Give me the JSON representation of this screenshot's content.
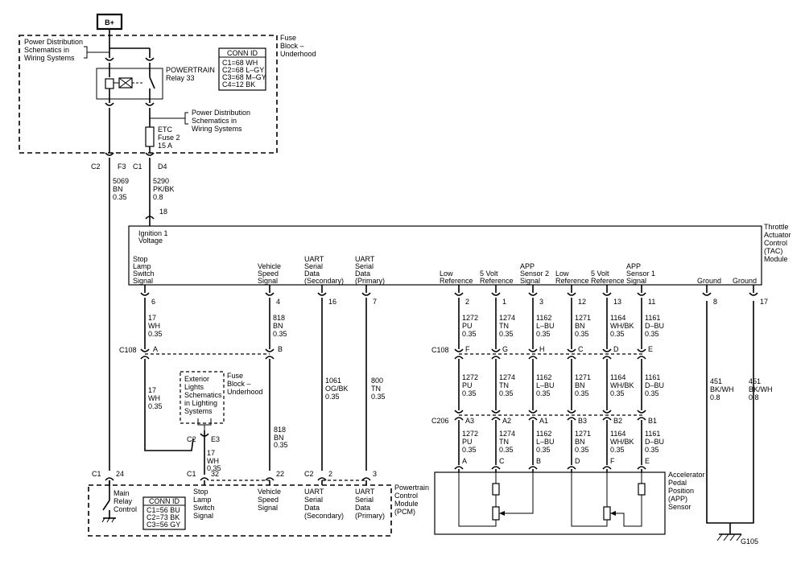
{
  "battery": "B+",
  "fuse_block": {
    "label": [
      "Fuse",
      "Block –",
      "Underhood"
    ]
  },
  "power_dist_1": [
    "Power Distribution",
    "Schematics in",
    "Wiring Systems"
  ],
  "power_dist_2": [
    "Power Distribution",
    "Schematics in",
    "Wiring Systems"
  ],
  "relay": {
    "label": [
      "POWERTRAIN",
      "Relay 33"
    ]
  },
  "fuse_conn_id": {
    "title": "CONN ID",
    "lines": [
      "C1=68 WH",
      "C2=68 L–GY",
      "C3=68 M–GY",
      "C4=12 BK"
    ]
  },
  "etc_fuse": [
    "ETC",
    "Fuse 2",
    "15 A"
  ],
  "fuse_pins": {
    "c2": "C2",
    "f3": "F3",
    "c1": "C1",
    "d4": "D4"
  },
  "wire_5069": [
    "5069",
    "BN",
    "0.35"
  ],
  "wire_5290": [
    "5290",
    "PK/BK",
    "0.8"
  ],
  "tac_pin_18": "18",
  "tac_module": {
    "label": [
      "Throttle",
      "Actuator",
      "Control",
      "(TAC)",
      "Module"
    ],
    "ignition": [
      "Ignition 1",
      "Voltage"
    ],
    "signals": [
      {
        "label": [
          "Stop",
          "Lamp",
          "Switch",
          "Signal"
        ],
        "pin": "6"
      },
      {
        "label": [
          "Vehicle",
          "Speed",
          "Signal"
        ],
        "pin": "4"
      },
      {
        "label": [
          "UART",
          "Serial",
          "Data",
          "(Secondary)"
        ],
        "pin": "16"
      },
      {
        "label": [
          "UART",
          "Serial",
          "Data",
          "(Primary)"
        ],
        "pin": "7"
      },
      {
        "label": [
          "Low",
          "Reference"
        ],
        "pin": "2"
      },
      {
        "label": [
          "5 Volt",
          "Reference"
        ],
        "pin": "1"
      },
      {
        "label": [
          "APP",
          "Sensor 2",
          "Signal"
        ],
        "pin": "3"
      },
      {
        "label": [
          "Low",
          "Reference"
        ],
        "pin": "12"
      },
      {
        "label": [
          "5 Volt",
          "Reference"
        ],
        "pin": "13"
      },
      {
        "label": [
          "APP",
          "Sensor 1",
          "Signal"
        ],
        "pin": "11"
      },
      {
        "label": [
          "Ground"
        ],
        "pin": "8"
      },
      {
        "label": [
          "Ground"
        ],
        "pin": "17"
      }
    ]
  },
  "wires_upper": [
    [
      "17",
      "WH",
      "0.35"
    ],
    [
      "818",
      "BN",
      "0.35"
    ],
    [
      "1272",
      "PU",
      "0.35"
    ],
    [
      "1274",
      "TN",
      "0.35"
    ],
    [
      "1162",
      "L–BU",
      "0.35"
    ],
    [
      "1271",
      "BN",
      "0.35"
    ],
    [
      "1164",
      "WH/BK",
      "0.35"
    ],
    [
      "1161",
      "D–BU",
      "0.35"
    ]
  ],
  "c108": {
    "name": "C108",
    "pins": [
      "A",
      "B",
      "F",
      "G",
      "H",
      "C",
      "D",
      "E"
    ]
  },
  "c108_right": "C108",
  "wires_mid": [
    [
      "17",
      "WH",
      "0.35"
    ],
    [
      "1272",
      "PU",
      "0.35"
    ],
    [
      "1274",
      "TN",
      "0.35"
    ],
    [
      "1162",
      "L–BU",
      "0.35"
    ],
    [
      "1271",
      "BN",
      "0.35"
    ],
    [
      "1164",
      "WH/BK",
      "0.35"
    ],
    [
      "1161",
      "D–BU",
      "0.35"
    ]
  ],
  "wire_1061": [
    "1061",
    "OG/BK",
    "0.35"
  ],
  "wire_800": [
    "800",
    "TN",
    "0.35"
  ],
  "wire_451a": [
    "451",
    "BK/WH",
    "0.8"
  ],
  "wire_451b": [
    "451",
    "BK/WH",
    "0.8"
  ],
  "exterior_lights": [
    "Exterior",
    "Lights",
    "Schematics",
    "in Lighting",
    "Systems"
  ],
  "fuse_block_2": [
    "Fuse",
    "Block –",
    "Underhood"
  ],
  "fuse_c2_e3": {
    "c2": "C2",
    "e3": "E3"
  },
  "wire_17_low": [
    "17",
    "WH",
    "0.35"
  ],
  "wire_818_low": [
    "818",
    "BN",
    "0.35"
  ],
  "c206": {
    "name": "C206",
    "pins": [
      "A3",
      "A2",
      "A1",
      "B3",
      "B2",
      "B1"
    ]
  },
  "wires_low": [
    [
      "1272",
      "PU",
      "0.35"
    ],
    [
      "1274",
      "TN",
      "0.35"
    ],
    [
      "1162",
      "L–BU",
      "0.35"
    ],
    [
      "1271",
      "BN",
      "0.35"
    ],
    [
      "1164",
      "WH/BK",
      "0.35"
    ],
    [
      "1161",
      "D–BU",
      "0.35"
    ]
  ],
  "app_sensor": {
    "label": [
      "Accelerator",
      "Pedal",
      "Position",
      "(APP)",
      "Sensor"
    ],
    "pins": [
      "A",
      "C",
      "B",
      "D",
      "F",
      "E"
    ]
  },
  "pcm": {
    "label": [
      "Powertrain",
      "Control",
      "Module",
      "(PCM)"
    ],
    "conn_id_title": "CONN ID",
    "conn_id_lines": [
      "C1=56 BU",
      "C2=73 BK",
      "C3=56 GY"
    ],
    "relay_label": [
      "Main",
      "Relay",
      "Control"
    ],
    "pins": [
      {
        "conn": "C1",
        "pin": "24"
      },
      {
        "conn": "C1",
        "pin": "32"
      },
      {
        "conn": "",
        "pin": "22"
      },
      {
        "conn": "C2",
        "pin": "2"
      },
      {
        "conn": "",
        "pin": "3"
      }
    ],
    "signals": [
      [
        "Stop",
        "Lamp",
        "Switch",
        "Signal"
      ],
      [
        "Vehicle",
        "Speed",
        "Signal"
      ],
      [
        "UART",
        "Serial",
        "Data",
        "(Secondary)"
      ],
      [
        "UART",
        "Serial",
        "Data",
        "(Primary)"
      ]
    ]
  },
  "ground": "G105"
}
